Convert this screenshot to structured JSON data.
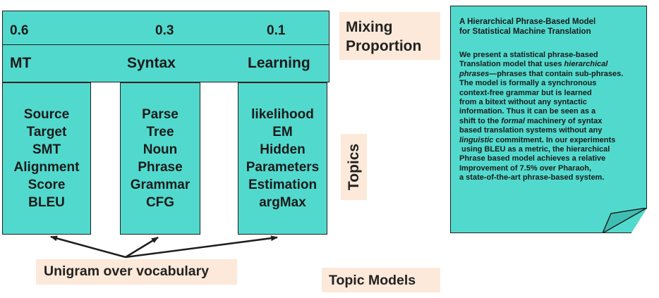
{
  "mixing": {
    "proportions": [
      "0.6",
      "0.3",
      "0.1"
    ],
    "topics": [
      "MT",
      "Syntax",
      "Learning"
    ],
    "label_line1": "Mixing",
    "label_line2": "Proportion"
  },
  "topic_boxes": [
    {
      "words": [
        "Source",
        "Target",
        "SMT",
        "Alignment",
        "Score",
        "BLEU"
      ]
    },
    {
      "words": [
        "Parse",
        "Tree",
        "Noun",
        "Phrase",
        "Grammar",
        "CFG"
      ]
    },
    {
      "words": [
        "likelihood",
        "EM",
        "Hidden",
        "Parameters",
        "Estimation",
        "argMax"
      ]
    }
  ],
  "topics_label": "Topics",
  "unigram_label": "Unigram over vocabulary",
  "topic_models_label": "Topic Models",
  "document": {
    "title_line1": "A Hierarchical Phrase-Based Model",
    "title_line2": "for Statistical Machine Translation",
    "body": {
      "l1": "We present a statistical phrase-based",
      "l2": "Translation model that uses ",
      "l2i": "hierarchical",
      "l3i": "phrases",
      "l3": "—phrases that contain sub-phrases.",
      "l4": "The model is formally a synchronous",
      "l5": "context-free grammar but is learned",
      "l6": "from a bitext without any syntactic",
      "l7": "information. Thus it can be seen as a",
      "l8a": "shift to the ",
      "l8i": "formal",
      "l8b": " machinery of syntax",
      "l9": "based translation systems without any",
      "l10i": "linguistic",
      "l10": " commitment. In our experiments",
      "l11": " using BLEU as a metric, the hierarchical",
      "l12": "Phrase based model achieves a relative",
      "l13": "Improvement of 7.5% over Pharaoh,",
      "l14": "a state-of-the-art phrase-based system."
    }
  },
  "colors": {
    "teal": "#52d9cd",
    "peach": "#fde9d9",
    "line": "#1f1f1f"
  }
}
